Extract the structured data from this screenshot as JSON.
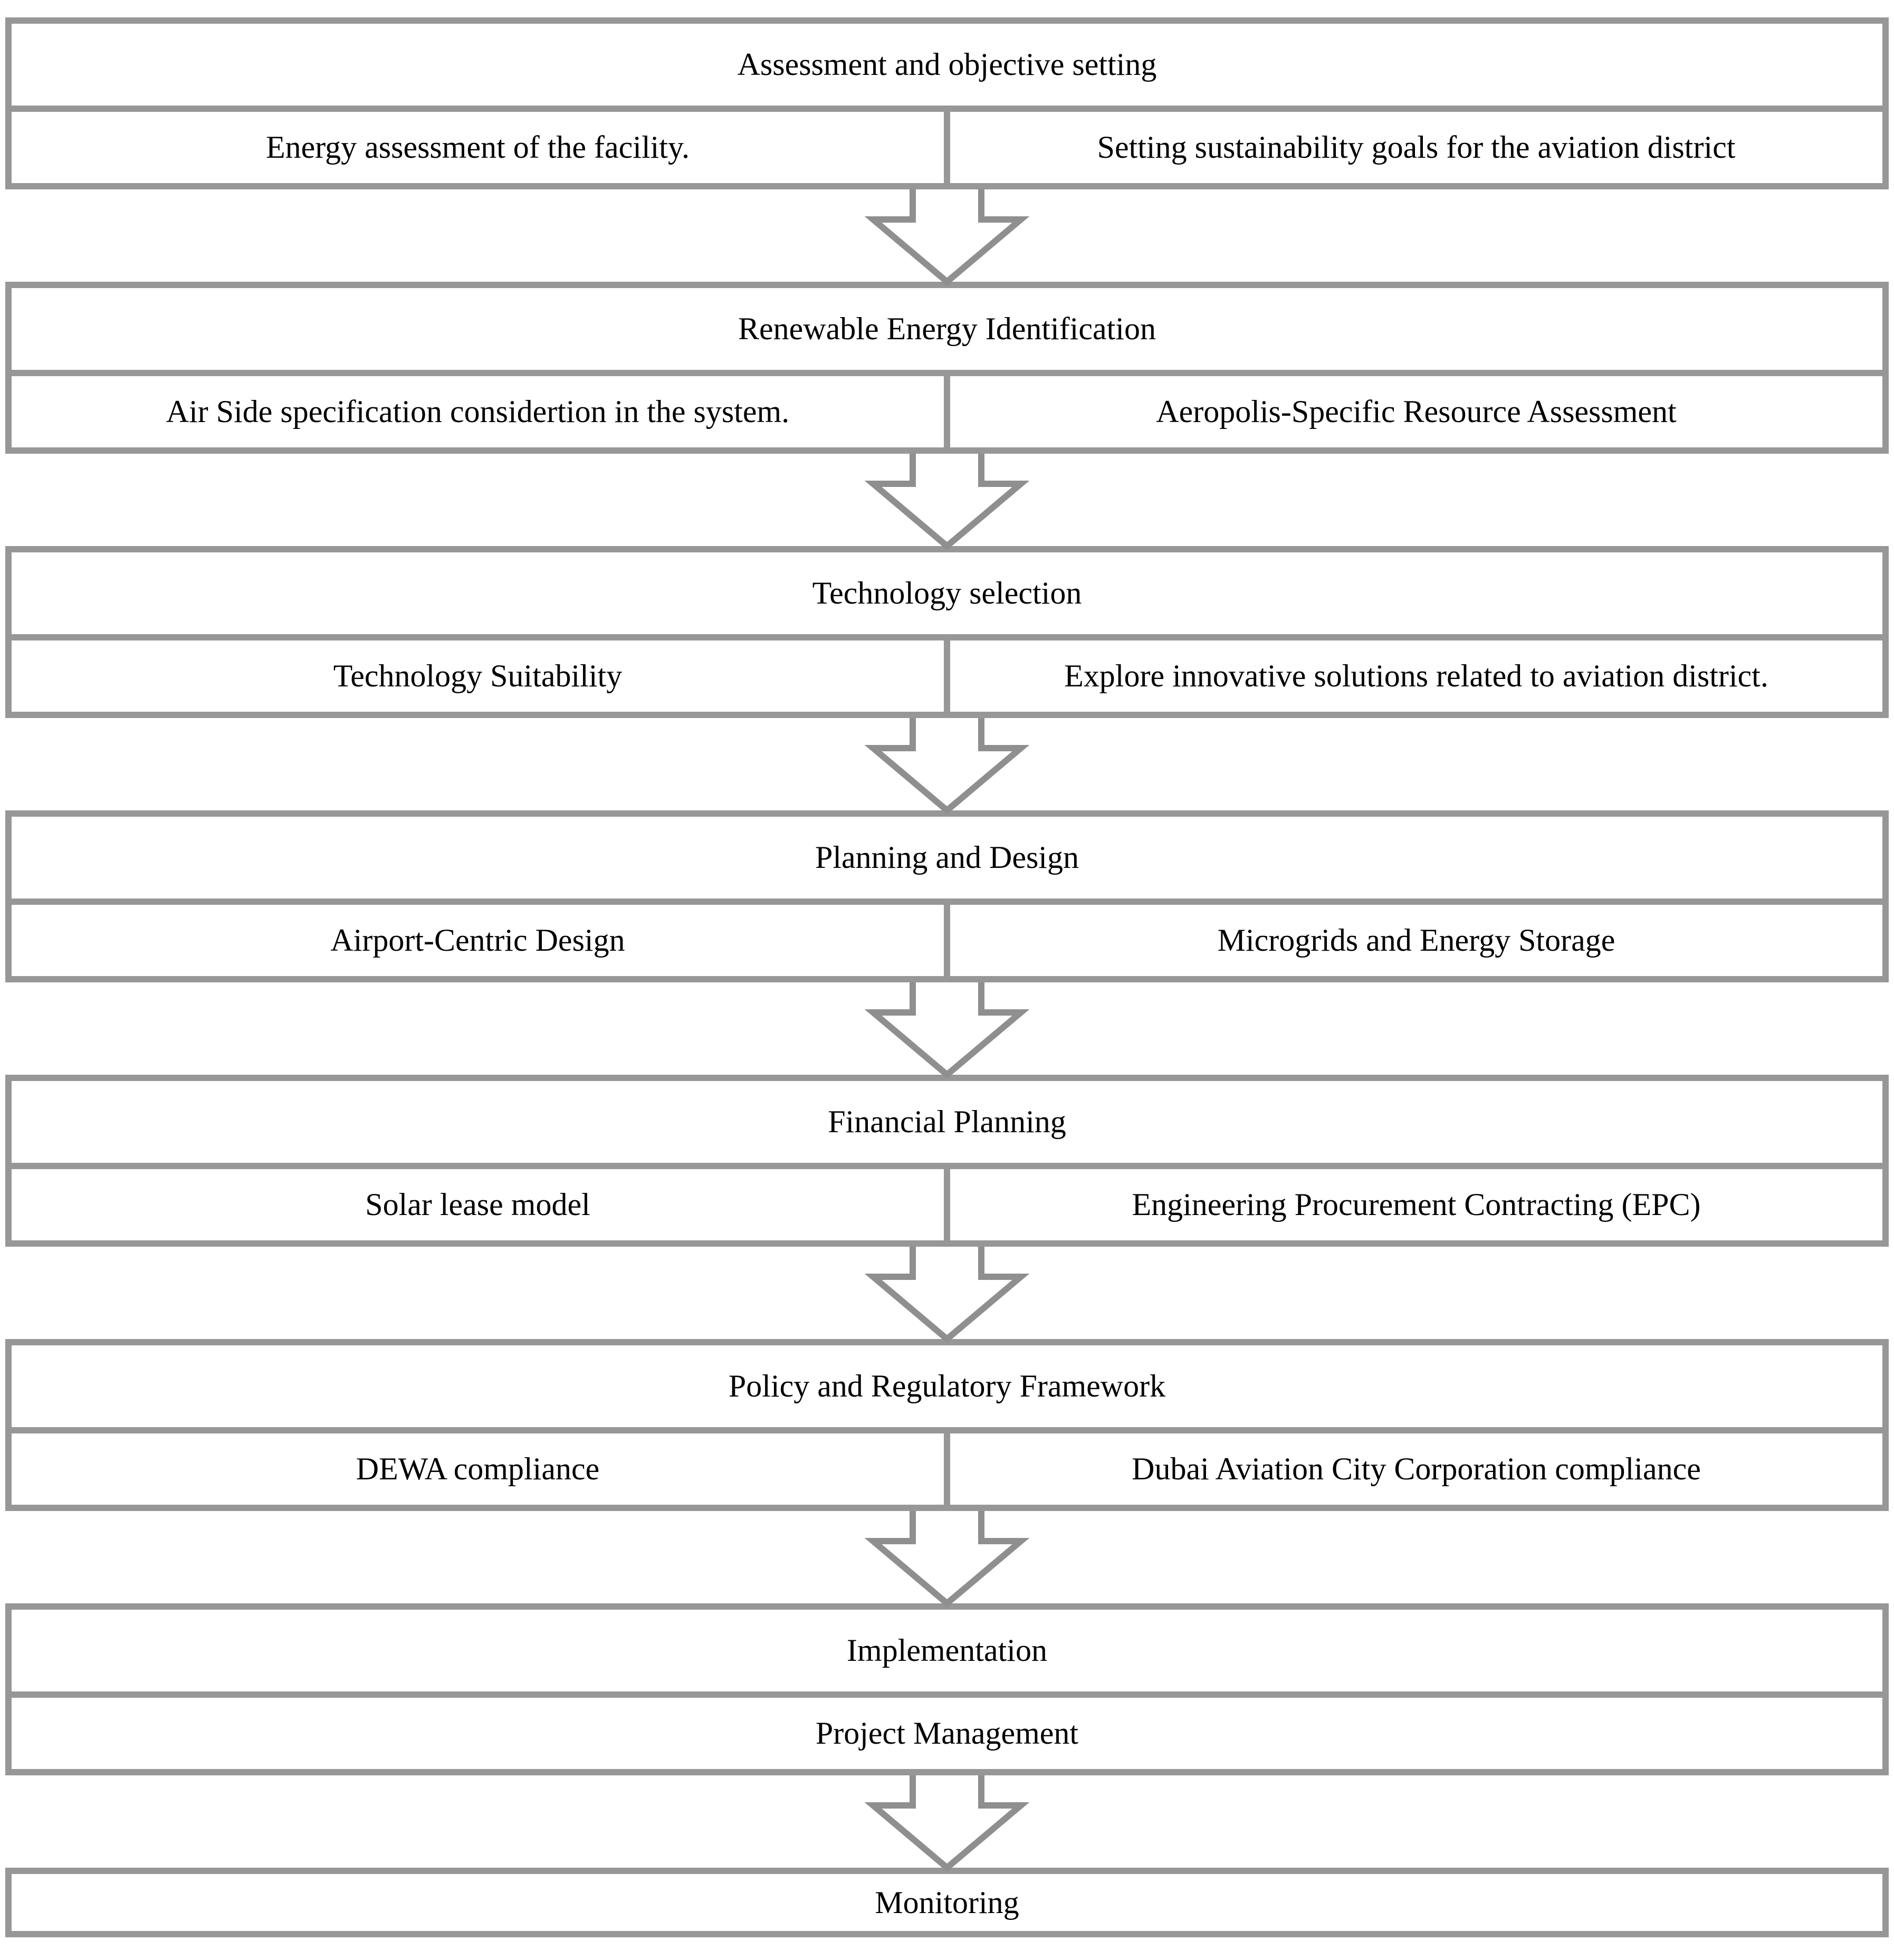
{
  "colors": {
    "box_border": "#979797",
    "arrow_outline": "#8f8f8f",
    "text": "#000000",
    "background": "#ffffff"
  },
  "flowchart": {
    "steps": [
      {
        "title": "Assessment and objective setting",
        "items": [
          "Energy assessment of the facility.",
          "Setting sustainability goals for the aviation district"
        ]
      },
      {
        "title": "Renewable Energy Identification",
        "items": [
          "Air Side specification considertion in the system.",
          "Aeropolis-Specific Resource Assessment"
        ]
      },
      {
        "title": "Technology selection",
        "items": [
          "Technology Suitability",
          "Explore innovative solutions related to aviation district."
        ]
      },
      {
        "title": "Planning and Design",
        "items": [
          "Airport-Centric Design",
          "Microgrids and Energy Storage"
        ]
      },
      {
        "title": "Financial Planning",
        "items": [
          "Solar lease model",
          "Engineering Procurement Contracting (EPC)"
        ]
      },
      {
        "title": "Policy and Regulatory Framework",
        "items": [
          "DEWA compliance",
          "Dubai Aviation City Corporation compliance"
        ]
      },
      {
        "title": "Implementation",
        "items": [
          "Project Management"
        ]
      },
      {
        "title": "Monitoring",
        "items": []
      }
    ]
  }
}
